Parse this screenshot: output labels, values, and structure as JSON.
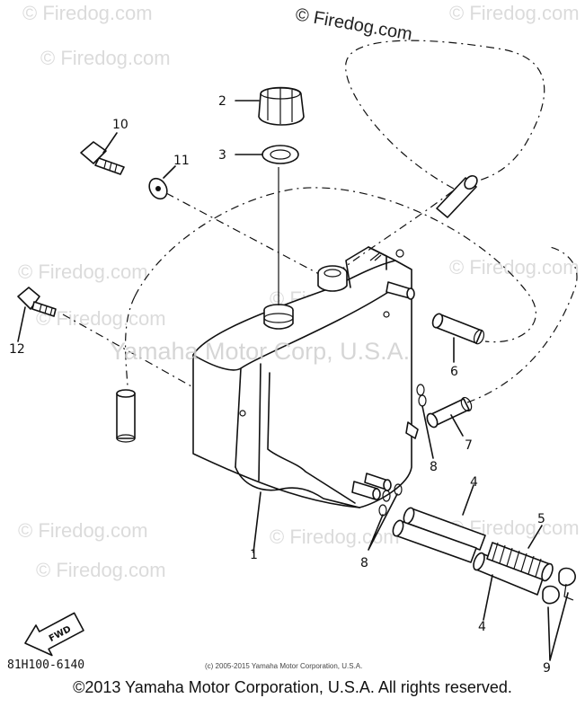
{
  "watermarks": {
    "top_copyright": "© Firedog.com",
    "main": "Yamaha Motor Corp, U.S.A.",
    "tile": "© Firedog.com"
  },
  "callouts": {
    "c1": "1",
    "c2": "2",
    "c3": "3",
    "c4a": "4",
    "c4b": "4",
    "c5": "5",
    "c6": "6",
    "c7": "7",
    "c8a": "8",
    "c8b": "8",
    "c9": "9",
    "c10": "10",
    "c11": "11",
    "c12": "12"
  },
  "fwd_label": "FWD",
  "part_number": "81H100-6140",
  "small_copyright": "(c) 2005-2015 Yamaha Motor Corporation, U.S.A.",
  "footer": "©2013 Yamaha Motor Corporation, U.S.A. All rights reserved."
}
